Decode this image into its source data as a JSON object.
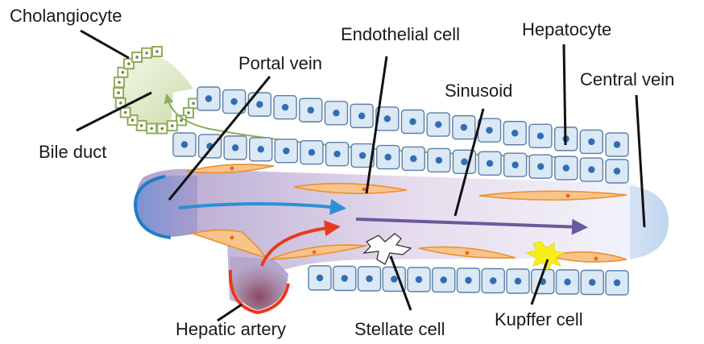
{
  "labels": {
    "cholangiocyte": "Cholangiocyte",
    "portal_vein": "Portal vein",
    "endothelial_cell": "Endothelial cell",
    "hepatocyte": "Hepatocyte",
    "central_vein": "Central vein",
    "sinusoid": "Sinusoid",
    "bile_duct": "Bile duct",
    "hepatic_artery": "Hepatic artery",
    "stellate_cell": "Stellate cell",
    "kupffer_cell": "Kupffer cell"
  },
  "colors": {
    "hepatocyte_fill": "#dbe8f5",
    "hepatocyte_stroke": "#5b7fa6",
    "nucleus": "#2f6eb5",
    "bile_duct_green": "#8fae5a",
    "portal_vein_blue": "#2e8fd6",
    "hepatic_artery_red": "#e8391f",
    "sinusoid_flow": "#6a5a9c",
    "endothelial_orange": "#f0a145",
    "kupffer_yellow": "#f7ef1a"
  }
}
